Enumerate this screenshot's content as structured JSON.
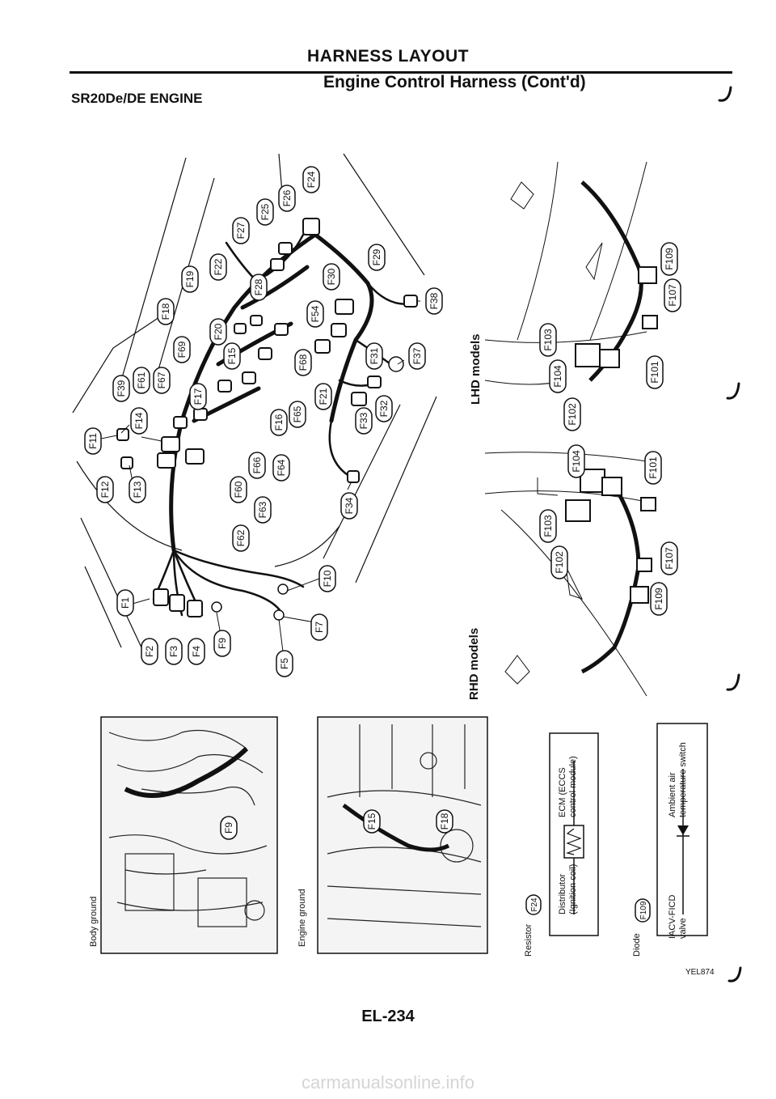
{
  "header": {
    "title": "HARNESS LAYOUT",
    "subtitle": "Engine Control Harness (Cont'd)",
    "engine": "SR20De/DE ENGINE"
  },
  "connectors": {
    "F1": "F1",
    "F2": "F2",
    "F3": "F3",
    "F4": "F4",
    "F5": "F5",
    "F7": "F7",
    "F9": "F9",
    "F10": "F10",
    "F11": "F11",
    "F12": "F12",
    "F13": "F13",
    "F14": "F14",
    "F15": "F15",
    "F16": "F16",
    "F17": "F17",
    "F18": "F18",
    "F19": "F19",
    "F20": "F20",
    "F21": "F21",
    "F22": "F22",
    "F24": "F24",
    "F25": "F25",
    "F26": "F26",
    "F27": "F27",
    "F28": "F28",
    "F29": "F29",
    "F30": "F30",
    "F31": "F31",
    "F32": "F32",
    "F33": "F33",
    "F34": "F34",
    "F37": "F37",
    "F38": "F38",
    "F39": "F39",
    "F54": "F54",
    "F60": "F60",
    "F61": "F61",
    "F62": "F62",
    "F63": "F63",
    "F64": "F64",
    "F65": "F65",
    "F66": "F66",
    "F67": "F67",
    "F68": "F68",
    "F69": "F69",
    "F101": "F101",
    "F102": "F102",
    "F103": "F103",
    "F104": "F104",
    "F107": "F107",
    "F109": "F109"
  },
  "side_views": {
    "lhd_label": "LHD models",
    "rhd_label": "RHD models"
  },
  "photos": {
    "body_ground": "Body ground",
    "engine_ground": "Engine ground"
  },
  "legend": {
    "resistor": {
      "label": "Resistor",
      "connector": "F24",
      "left": "Distributor",
      "left2": "(Ignition coil)",
      "right": "ECM (ECCS",
      "right2": "control module)"
    },
    "diode": {
      "label": "Diode",
      "connector": "F109",
      "left": "IACV-FICD",
      "left2": "valve",
      "right": "Ambient air",
      "right2": "temperature switch"
    }
  },
  "footer": {
    "figure_code": "YEL874",
    "page_number": "EL-234",
    "watermark": "carmanualsonline.info"
  }
}
